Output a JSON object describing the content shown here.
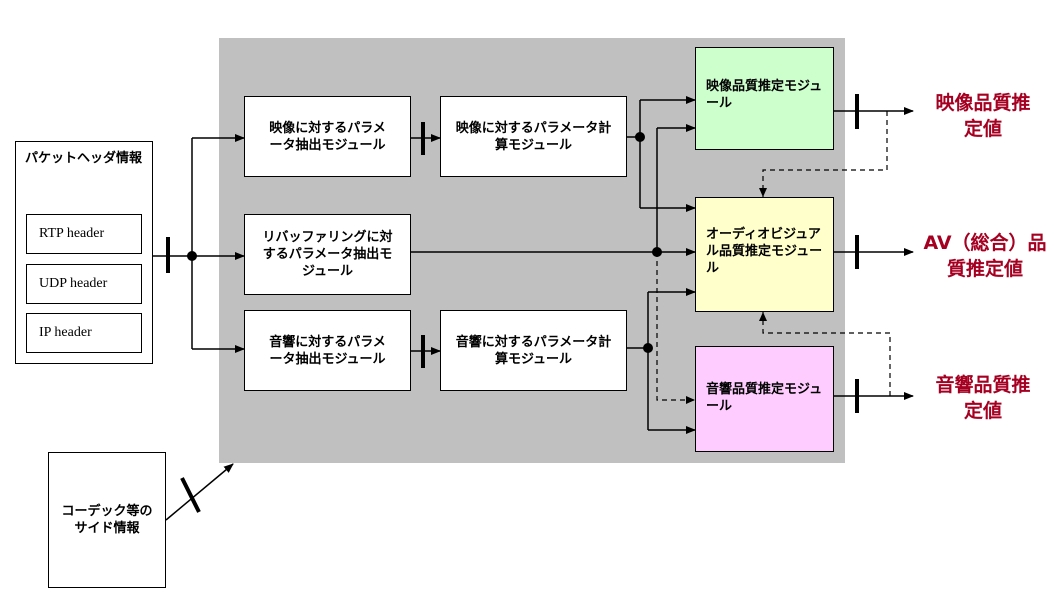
{
  "packet_header": {
    "title": "パケットヘッダ情報",
    "items": [
      "RTP header",
      "UDP header",
      "IP header"
    ]
  },
  "codec_info": "コーデック等のサイド情報",
  "modules": {
    "video_extract": "映像に対するパラメータ抽出モジュール",
    "video_calc": "映像に対するパラメータ計算モジュール",
    "rebuffer_extract": "リバッファリングに対するパラメータ抽出モジュール",
    "audio_extract": "音響に対するパラメータ抽出モジュール",
    "audio_calc": "音響に対するパラメータ計算モジュール",
    "video_quality": "映像品質推定モジュール",
    "av_quality": "オーディオビジュアル品質推定モジュール",
    "audio_quality": "音響品質推定モジュール"
  },
  "outputs": {
    "video": "映像品質推定値",
    "av": "AV（総合）品質推定値",
    "audio": "音響品質推定値"
  },
  "colors": {
    "video_quality_fill": "#ccffcc",
    "av_quality_fill": "#ffffcc",
    "audio_quality_fill": "#ffccff",
    "output_text": "#a50021",
    "container": "#c0c0c0"
  }
}
